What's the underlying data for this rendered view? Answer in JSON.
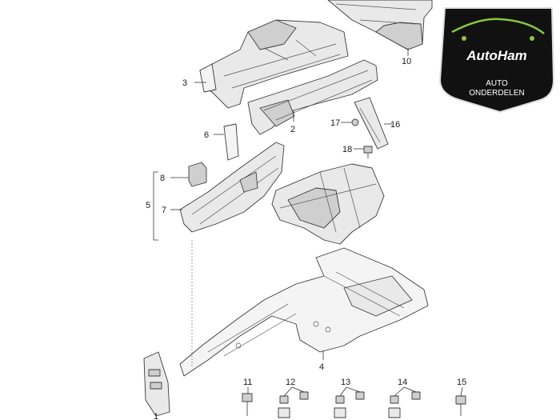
{
  "brand": {
    "name": "AutoHam",
    "line1": "AUTO",
    "line2": "ONDERDELEN",
    "accent_color": "#8cc63f",
    "badge_color": "#111111"
  },
  "callouts": {
    "c1": "1",
    "c2": "2",
    "c3": "3",
    "c4": "4",
    "c5": "5",
    "c6": "6",
    "c7": "7",
    "c8": "8",
    "c10": "10",
    "c11": "11",
    "c12": "12",
    "c13": "13",
    "c14": "14",
    "c15": "15",
    "c16": "16",
    "c17": "17",
    "c18": "18"
  }
}
